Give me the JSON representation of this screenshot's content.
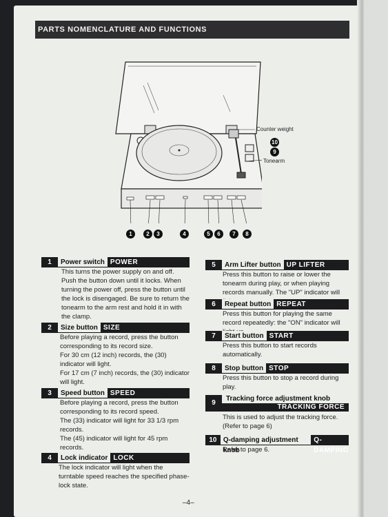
{
  "header": {
    "title": "PARTS NOMENCLATURE AND FUNCTIONS"
  },
  "diagram": {
    "labels": {
      "counter_weight": "Counter weight",
      "tonearm": "Tonearm"
    },
    "numbers": [
      "1",
      "2",
      "3",
      "4",
      "5",
      "6",
      "7",
      "8"
    ],
    "side_numbers": [
      "10",
      "9"
    ]
  },
  "sections": [
    {
      "num": "1",
      "name": "Power switch",
      "tag": "POWER",
      "body": [
        "This turns the power supply on and off. Push the button down until it locks. When turning the power off, press the button until the lock is disengaged. Be sure to return the tonearm to the arm rest and hold it in with the clamp."
      ]
    },
    {
      "num": "2",
      "name": "Size button",
      "tag": "SIZE",
      "body": [
        "Before playing a record, press the button corresponding to its record size.",
        "For 30 cm (12 inch) records, the (30) indicator will light.",
        "For 17 cm (7 inch) records, the (30) indicator will light."
      ]
    },
    {
      "num": "3",
      "name": "Speed button",
      "tag": "SPEED",
      "body": [
        "Before playing a record, press the button corresponding to its record speed.",
        "The (33) indicator will light for 33 1/3 rpm records.",
        "The (45) indicator will light for 45 rpm records."
      ]
    },
    {
      "num": "4",
      "name": "Lock indicator",
      "tag": "LOCK",
      "body": [
        "The lock indicator will light when the turntable speed reaches the specified phase-lock state."
      ]
    },
    {
      "num": "5",
      "name": "Arm Lifter button",
      "tag": "UP LIFTER",
      "body": [
        "Press this button to raise or lower the tonearm during play, or when playing records manually. The \"UP\" indicator will light up."
      ]
    },
    {
      "num": "6",
      "name": "Repeat button",
      "tag": "REPEAT",
      "body": [
        "Press this button for playing the same record repeatedly: the \"ON\" indicator will light up."
      ]
    },
    {
      "num": "7",
      "name": "Start button",
      "tag": "START",
      "body": [
        "Press this button to start records automatically."
      ]
    },
    {
      "num": "8",
      "name": "Stop button",
      "tag": "STOP",
      "body": [
        "Press this button to stop a record during play."
      ]
    },
    {
      "num": "9",
      "name": "Tracking force adjustment knob",
      "tag": "TRACKING FORCE",
      "body": [
        "This is used to adjust the tracking force. (Refer to page 6)"
      ]
    },
    {
      "num": "10",
      "name": "Q-damping adjustment knob",
      "tag": "Q-DAMPING",
      "body": [
        "Refer to page 6."
      ]
    }
  ],
  "footer": {
    "page": "–4–"
  }
}
